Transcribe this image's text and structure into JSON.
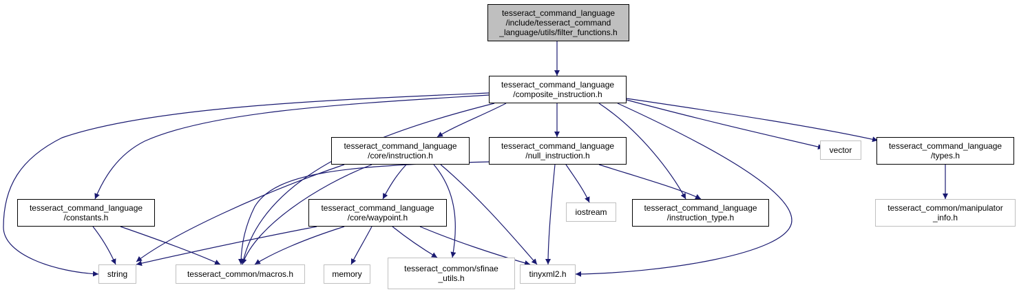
{
  "nodes": [
    {
      "id": "filter_functions",
      "label": "tesseract_command_language\n/include/tesseract_command\n_language/utils/filter_functions.h",
      "kind": "root"
    },
    {
      "id": "composite_instruction",
      "label": "tesseract_command_language\n/composite_instruction.h",
      "kind": "internal"
    },
    {
      "id": "core_instruction",
      "label": "tesseract_command_language\n/core/instruction.h",
      "kind": "internal"
    },
    {
      "id": "null_instruction",
      "label": "tesseract_command_language\n/null_instruction.h",
      "kind": "internal"
    },
    {
      "id": "vector",
      "label": "vector",
      "kind": "external"
    },
    {
      "id": "types",
      "label": "tesseract_command_language\n/types.h",
      "kind": "internal"
    },
    {
      "id": "constants",
      "label": "tesseract_command_language\n/constants.h",
      "kind": "internal"
    },
    {
      "id": "core_waypoint",
      "label": "tesseract_command_language\n/core/waypoint.h",
      "kind": "internal"
    },
    {
      "id": "iostream",
      "label": "iostream",
      "kind": "external"
    },
    {
      "id": "instruction_type",
      "label": "tesseract_command_language\n/instruction_type.h",
      "kind": "internal"
    },
    {
      "id": "manipulator_info",
      "label": "tesseract_common/manipulator\n_info.h",
      "kind": "external"
    },
    {
      "id": "string",
      "label": "string",
      "kind": "external"
    },
    {
      "id": "macros",
      "label": "tesseract_common/macros.h",
      "kind": "external"
    },
    {
      "id": "memory",
      "label": "memory",
      "kind": "external"
    },
    {
      "id": "sfinae_utils",
      "label": "tesseract_common/sfinae\n_utils.h",
      "kind": "external"
    },
    {
      "id": "tinyxml2",
      "label": "tinyxml2.h",
      "kind": "external"
    }
  ],
  "edges": [
    [
      "filter_functions",
      "composite_instruction"
    ],
    [
      "composite_instruction",
      "string"
    ],
    [
      "composite_instruction",
      "constants"
    ],
    [
      "composite_instruction",
      "macros"
    ],
    [
      "composite_instruction",
      "core_instruction"
    ],
    [
      "composite_instruction",
      "null_instruction"
    ],
    [
      "composite_instruction",
      "instruction_type"
    ],
    [
      "composite_instruction",
      "tinyxml2"
    ],
    [
      "composite_instruction",
      "vector"
    ],
    [
      "composite_instruction",
      "types"
    ],
    [
      "core_instruction",
      "string"
    ],
    [
      "core_instruction",
      "macros"
    ],
    [
      "core_instruction",
      "core_waypoint"
    ],
    [
      "core_instruction",
      "sfinae_utils"
    ],
    [
      "core_instruction",
      "tinyxml2"
    ],
    [
      "null_instruction",
      "macros"
    ],
    [
      "null_instruction",
      "tinyxml2"
    ],
    [
      "null_instruction",
      "iostream"
    ],
    [
      "null_instruction",
      "instruction_type"
    ],
    [
      "constants",
      "string"
    ],
    [
      "constants",
      "macros"
    ],
    [
      "core_waypoint",
      "string"
    ],
    [
      "core_waypoint",
      "macros"
    ],
    [
      "core_waypoint",
      "memory"
    ],
    [
      "core_waypoint",
      "sfinae_utils"
    ],
    [
      "core_waypoint",
      "tinyxml2"
    ],
    [
      "types",
      "manipulator_info"
    ]
  ],
  "colors": {
    "edge": "#191970",
    "root_fill": "#bfbfbf",
    "external_border": "#bfbfbf",
    "internal_border": "#000000"
  }
}
